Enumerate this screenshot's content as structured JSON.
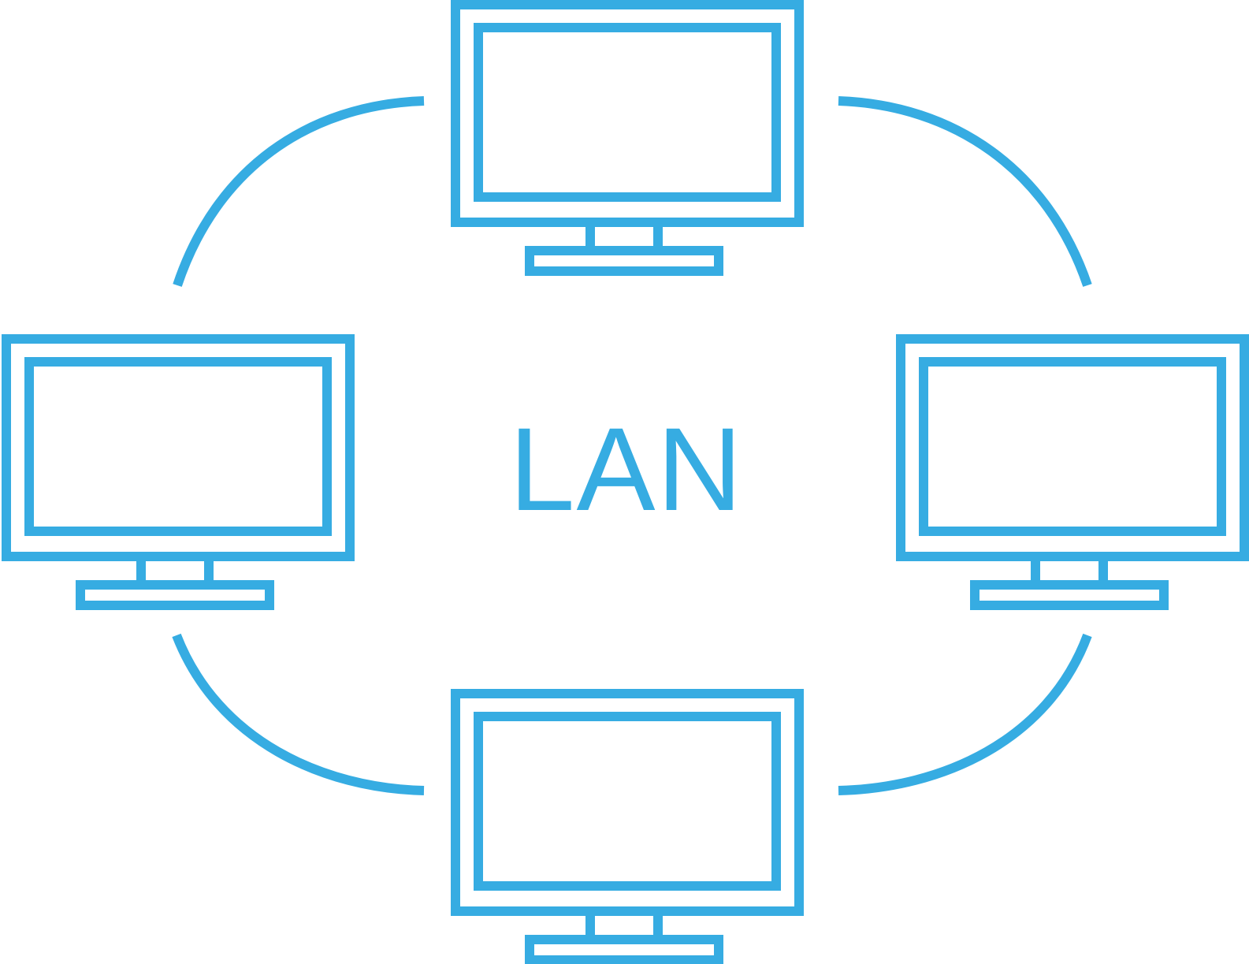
{
  "diagram": {
    "center_label": "LAN",
    "accent_color": "#36ACE2",
    "background_color": "#FFFFFF",
    "nodes": [
      {
        "id": "top",
        "icon": "monitor-icon"
      },
      {
        "id": "left",
        "icon": "monitor-icon"
      },
      {
        "id": "right",
        "icon": "monitor-icon"
      },
      {
        "id": "bottom",
        "icon": "monitor-icon"
      }
    ],
    "connections": [
      {
        "from": "top",
        "to": "left"
      },
      {
        "from": "top",
        "to": "right"
      },
      {
        "from": "left",
        "to": "bottom"
      },
      {
        "from": "right",
        "to": "bottom"
      }
    ]
  }
}
